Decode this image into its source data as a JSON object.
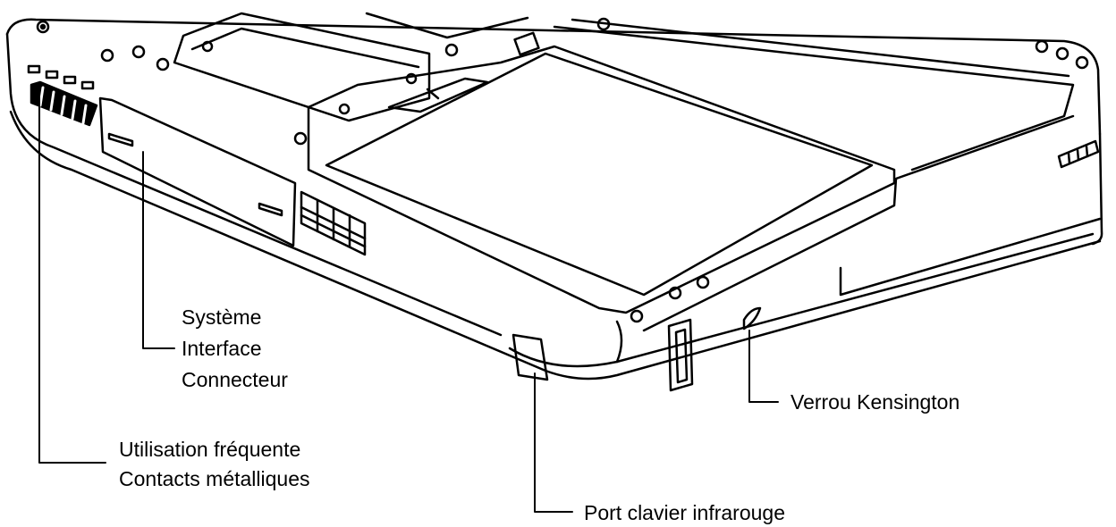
{
  "labels": {
    "system_interface_connector": [
      "Système",
      "Interface",
      "Connecteur"
    ],
    "frequent_use_contacts": [
      "Utilisation fréquente",
      "Contacts métalliques"
    ],
    "infrared_keyboard_port": "Port clavier infrarouge",
    "kensington_lock": "Verrou Kensington"
  },
  "colors": {
    "line": "#000000",
    "background": "#ffffff",
    "text": "#000000"
  }
}
